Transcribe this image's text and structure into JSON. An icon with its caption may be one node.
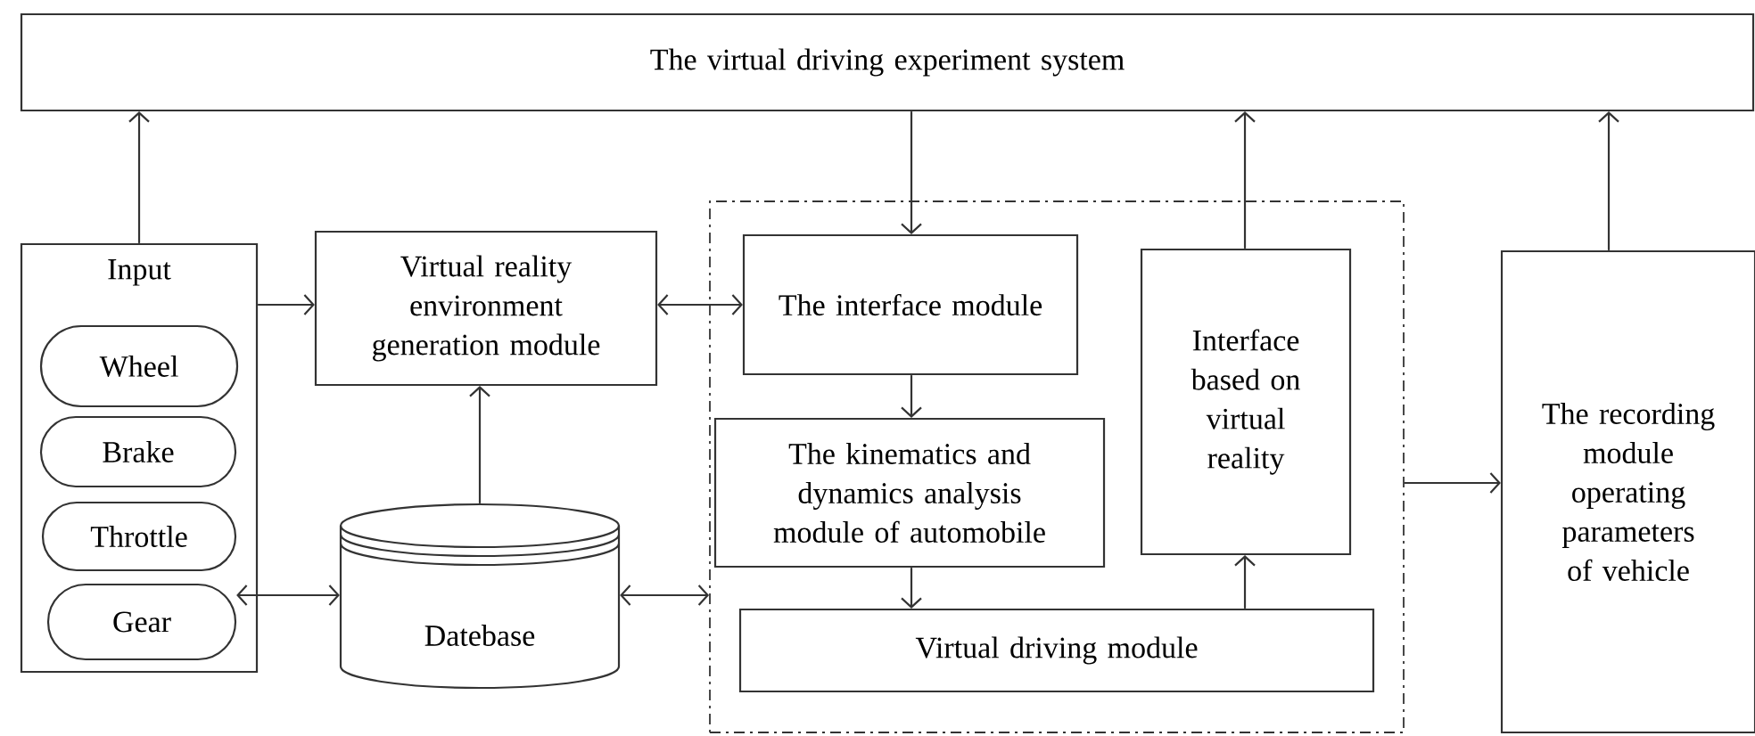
{
  "diagram": {
    "nodes": [
      {
        "text": [
          "The virtual driving experiment system"
        ]
      },
      {
        "text": [
          "Input"
        ]
      },
      {
        "text": [
          "Wheel"
        ],
        "in": 1
      },
      {
        "text": [
          "Brake"
        ],
        "in": 1
      },
      {
        "text": [
          "Throttle"
        ],
        "in": 1
      },
      {
        "text": [
          "Gear"
        ],
        "in": 1
      },
      {
        "text": [
          "Virtual reality environment generation module"
        ]
      },
      {
        "text": [
          "Datebase"
        ]
      },
      {
        "text": [],
        "shape": "box"
      },
      {
        "text": [
          "The interface module"
        ],
        "in": 8
      },
      {
        "text": [
          "The kinematics and dynamics analysis module of automobile"
        ],
        "in": 8
      },
      {
        "text": [
          "Interface based on virtual reality"
        ],
        "in": 8
      },
      {
        "text": [
          "Virtual driving module"
        ],
        "in": 8
      },
      {
        "text": [
          "The recording module operating parameters of vehicle"
        ]
      }
    ],
    "edges": [
      {
        "from": 1,
        "to": 0,
        "arrow": "to"
      },
      {
        "from": 1,
        "to": 6,
        "arrow": "to"
      },
      {
        "from": 6,
        "to": 9,
        "arrow": "both"
      },
      {
        "from": 5,
        "to": 7,
        "arrow": "both"
      },
      {
        "from": 7,
        "to": 6,
        "arrow": "to"
      },
      {
        "from": 7,
        "to": 8,
        "arrow": "both"
      },
      {
        "from": 0,
        "to": 9,
        "arrow": "to"
      },
      {
        "from": 9,
        "to": 10,
        "arrow": "to"
      },
      {
        "from": 10,
        "to": 12,
        "arrow": "to"
      },
      {
        "from": 12,
        "to": 11,
        "arrow": "to"
      },
      {
        "from": 11,
        "to": 0,
        "arrow": "to"
      },
      {
        "from": 8,
        "to": 13,
        "arrow": "to"
      },
      {
        "from": 13,
        "to": 0,
        "arrow": "to"
      }
    ]
  }
}
